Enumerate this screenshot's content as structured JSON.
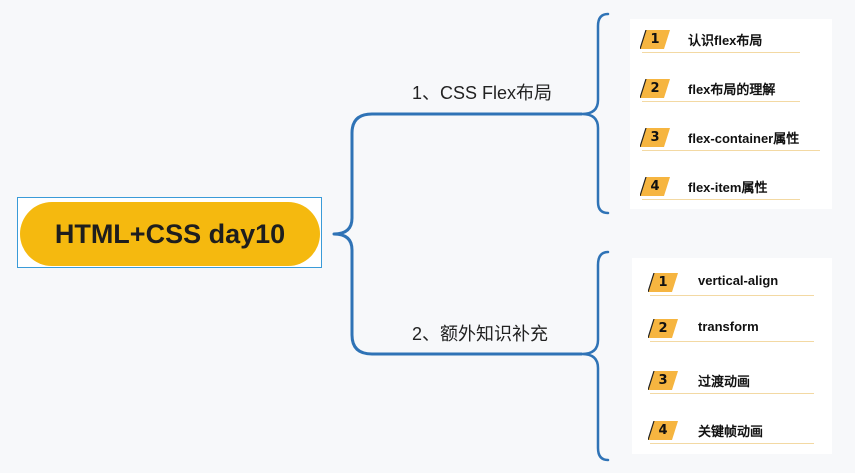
{
  "root": {
    "label": "HTML+CSS day10"
  },
  "colors": {
    "line": "#2f73b6",
    "root_fill": "#f5b90f",
    "root_border": "#3a9bd8",
    "badge_fill": "#f6b540",
    "underline": "#f3d9a3"
  },
  "branches": [
    {
      "label": "1、CSS Flex布局",
      "items": [
        {
          "num": "1",
          "text": "认识flex布局"
        },
        {
          "num": "2",
          "text": "flex布局的理解"
        },
        {
          "num": "3",
          "text": "flex-container属性"
        },
        {
          "num": "4",
          "text": "flex-item属性"
        }
      ]
    },
    {
      "label": "2、额外知识补充",
      "items": [
        {
          "num": "1",
          "text": "vertical-align"
        },
        {
          "num": "2",
          "text": "transform"
        },
        {
          "num": "3",
          "text": "过渡动画"
        },
        {
          "num": "4",
          "text": "关键帧动画"
        }
      ]
    }
  ]
}
